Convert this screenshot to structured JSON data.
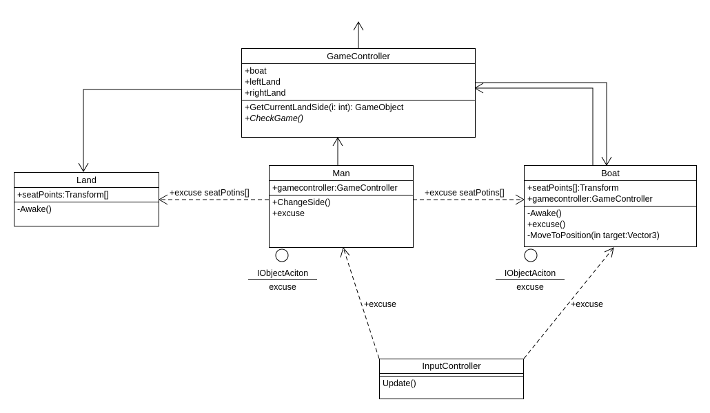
{
  "classes": {
    "game_controller": {
      "name": "GameController",
      "attributes": [
        "+boat",
        "+leftLand",
        "+rightLand"
      ],
      "operations": [
        "+GetCurrentLandSide(i: int): GameObject",
        "+CheckGame()"
      ]
    },
    "land": {
      "name": "Land",
      "attributes": [
        "+seatPoints:Transform[]"
      ],
      "operations": [
        "-Awake()"
      ]
    },
    "man": {
      "name": "Man",
      "attributes": [
        "+gamecontroller:GameController"
      ],
      "operations": [
        "+ChangeSide()",
        "+excuse"
      ]
    },
    "boat": {
      "name": "Boat",
      "attributes": [
        "+seatPoints[]:Transform",
        "+gamecontroller:GameController"
      ],
      "operations": [
        "-Awake()",
        "+excuse()",
        "-MoveToPosition(in target:Vector3)"
      ]
    },
    "input_controller": {
      "name": "InputController",
      "attributes": [],
      "operations": [
        "Update()"
      ]
    }
  },
  "interfaces": {
    "man": {
      "name": "IObjectAciton",
      "operation": "excuse"
    },
    "boat": {
      "name": "IObjectAciton",
      "operation": "excuse"
    }
  },
  "edge_labels": {
    "man_to_land": "+excuse seatPotins[]",
    "man_to_boat": "+excuse seatPotins[]",
    "input_to_man": "+excuse",
    "input_to_boat": "+excuse"
  }
}
